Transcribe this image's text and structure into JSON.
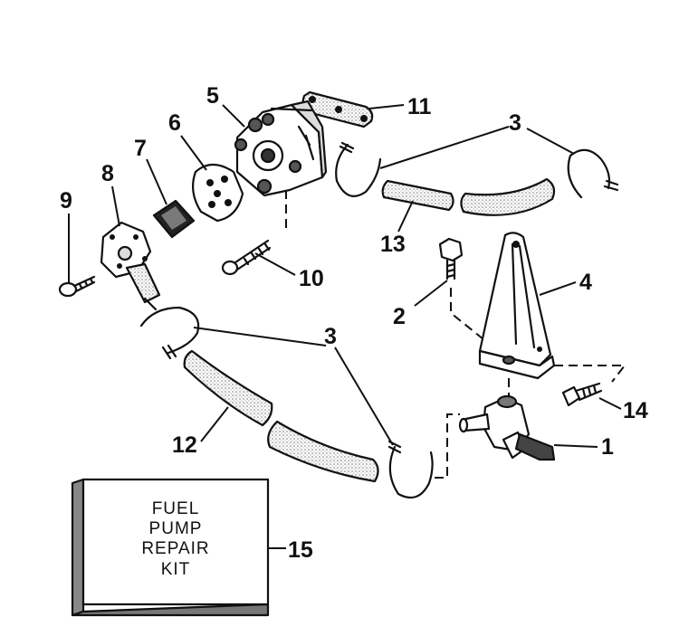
{
  "callouts": {
    "n1": "1",
    "n2": "2",
    "n3a": "3",
    "n3b": "3",
    "n4": "4",
    "n5": "5",
    "n6": "6",
    "n7": "7",
    "n8": "8",
    "n9": "9",
    "n10": "10",
    "n11": "11",
    "n12": "12",
    "n13": "13",
    "n14": "14",
    "n15": "15"
  },
  "kit": {
    "line1": "FUEL",
    "line2": "PUMP",
    "line3": "REPAIR",
    "line4": "KIT"
  },
  "colors": {
    "ink": "#111111",
    "paper": "#ffffff",
    "stipple": "#9a9a9a"
  }
}
